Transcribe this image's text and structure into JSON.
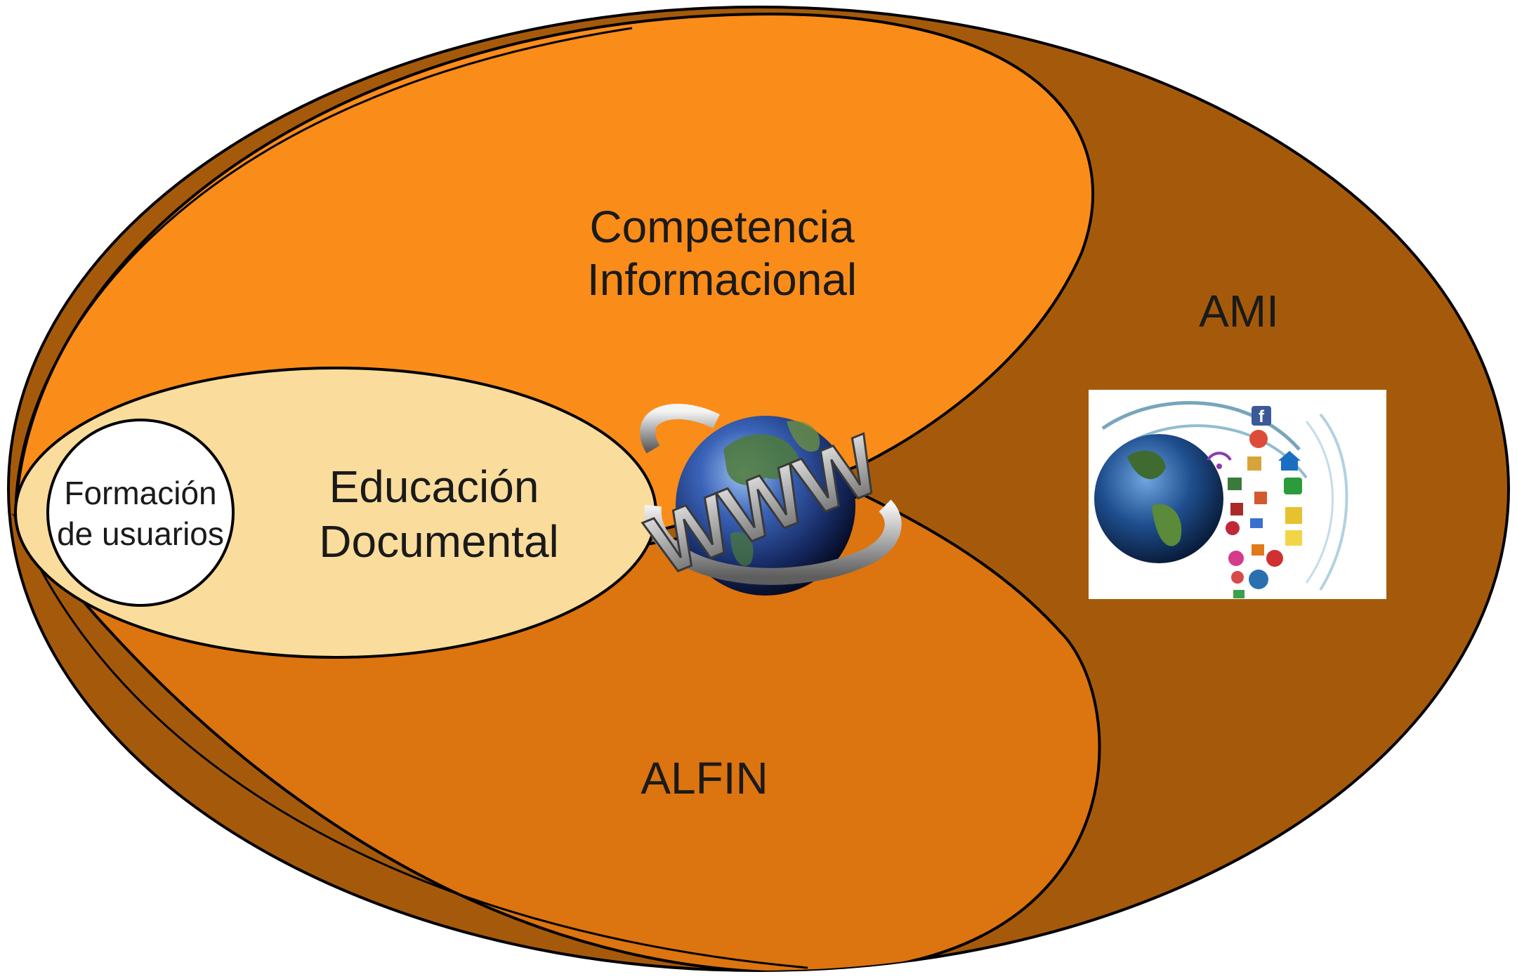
{
  "diagram": {
    "outer_label": "AMI",
    "upper_label_line1": "Competencia",
    "upper_label_line2": "Informacional",
    "lower_label": "ALFIN",
    "inner_label_line1": "Educación",
    "inner_label_line2": "Documental",
    "core_label_line1": "Formación",
    "core_label_line2": "de usuarios",
    "globe_text": "WWW"
  },
  "colors": {
    "ami": "#a55a0b",
    "competencia": "#fa8c1a",
    "alfin": "#dc7410",
    "educacion": "#fadc9c",
    "core": "#ffffff",
    "outline": "#000000"
  },
  "icons": [
    "facebook-icon",
    "google-icon",
    "home-icon",
    "youtube-icon",
    "wifi-icon",
    "twitter-icon",
    "chat-icon",
    "cart-icon",
    "phone-icon"
  ]
}
